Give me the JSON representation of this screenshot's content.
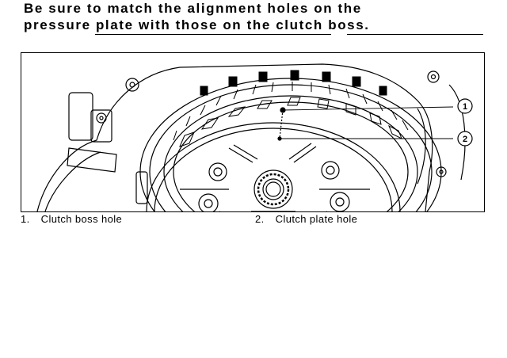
{
  "instruction": {
    "line1": "Be sure to match the alignment holes on the",
    "line2": "pressure plate with those on the clutch boss."
  },
  "callouts": [
    {
      "label": "1"
    },
    {
      "label": "2"
    }
  ],
  "captions": [
    {
      "number": "1.",
      "text": "Clutch boss hole"
    },
    {
      "number": "2.",
      "text": "Clutch plate hole"
    }
  ],
  "colors": {
    "ink": "#000000",
    "paper": "#ffffff"
  }
}
